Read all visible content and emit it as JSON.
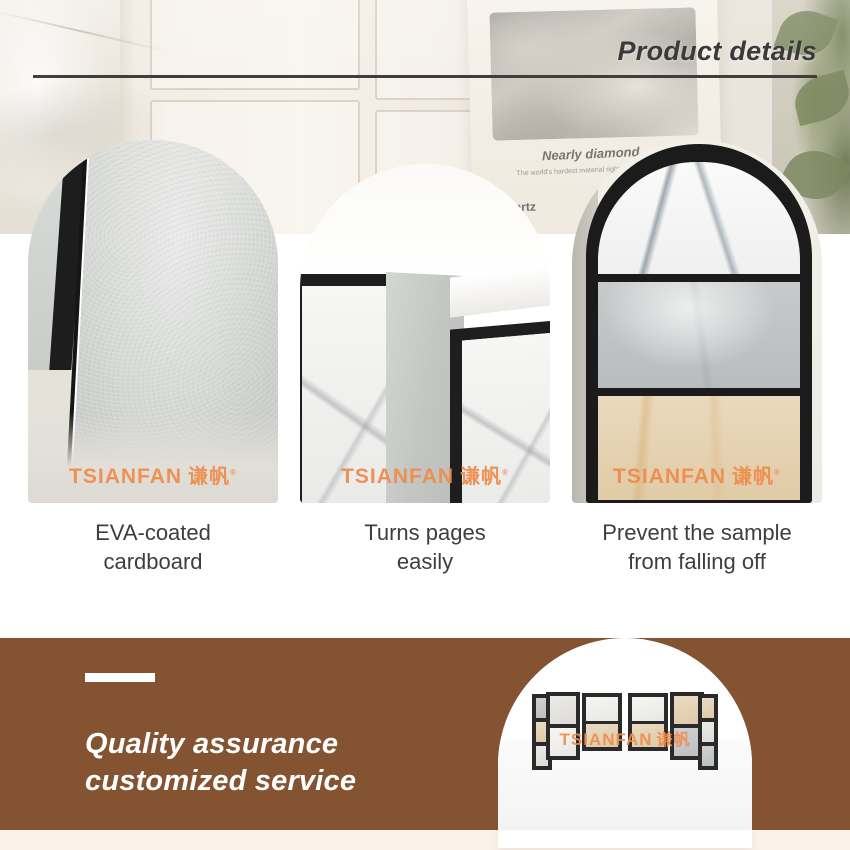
{
  "hero": {
    "title": "Product details",
    "brochure": {
      "headline": "Nearly diamond...",
      "subline": "The world's hardest material right here on your floor",
      "brand": "iQuartz"
    }
  },
  "cards": [
    {
      "id": "eva-coated-cardboard",
      "caption": "EVA-coated\ncardboard",
      "caption_line1": "EVA-coated",
      "caption_line2": "cardboard",
      "watermark_en": "TSIANFAN",
      "watermark_cn": "谦帆"
    },
    {
      "id": "turns-pages-easily",
      "caption": "Turns pages\neasily",
      "caption_line1": "Turns pages",
      "caption_line2": "easily",
      "watermark_en": "TSIANFAN",
      "watermark_cn": "谦帆"
    },
    {
      "id": "prevent-sample-falling-off",
      "caption": "Prevent the sample\nfrom falling off",
      "caption_line1": "Prevent the sample",
      "caption_line2": "from falling off",
      "watermark_en": "TSIANFAN",
      "watermark_cn": "谦帆"
    }
  ],
  "banner": {
    "title_line1": "Quality assurance",
    "title_line2": "customized service",
    "watermark_en": "TSIANFAN",
    "watermark_cn": "谦帆"
  },
  "colors": {
    "brown": "#845331",
    "cream": "#faf1e8",
    "watermark_orange": "#ef8d4e",
    "text_dark": "#3e3e3e",
    "rule": "#3f3e3c",
    "frame_black": "#1b1b1b"
  }
}
